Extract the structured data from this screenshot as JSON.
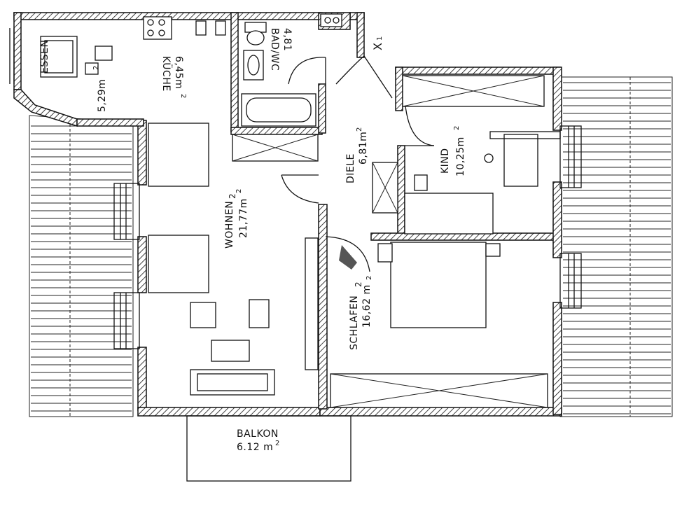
{
  "rooms": {
    "kueche": {
      "name": "KÜCHE",
      "area": "6,45m",
      "sup": "2"
    },
    "essen": {
      "name": "ESSEN",
      "area": "5,29m",
      "sup": "2"
    },
    "bad": {
      "name": "BAD/WC",
      "area": "4,81"
    },
    "diele": {
      "name": "DIELE",
      "area": "6,81m",
      "sup": "2"
    },
    "kind": {
      "name": "KIND",
      "area": "10,25m",
      "sup": "2"
    },
    "wohnen": {
      "name": "WOHNEN",
      "sup": "2",
      "area": "21,77m"
    },
    "schlafen": {
      "name": "SCHLAFEN",
      "sup": "2",
      "area": "16,62 m"
    },
    "balkon": {
      "name": "BALKON",
      "area": "6.12 m",
      "sup": "2"
    }
  },
  "entrance_mark": "X",
  "colors": {
    "ink": "#111111",
    "paper": "#ffffff"
  },
  "icons": [
    "window-icon",
    "door-swing-icon",
    "bathtub-icon",
    "toilet-icon",
    "sink-icon",
    "stove-icon",
    "table-icon",
    "chair-icon",
    "bed-icon",
    "wardrobe-icon"
  ]
}
